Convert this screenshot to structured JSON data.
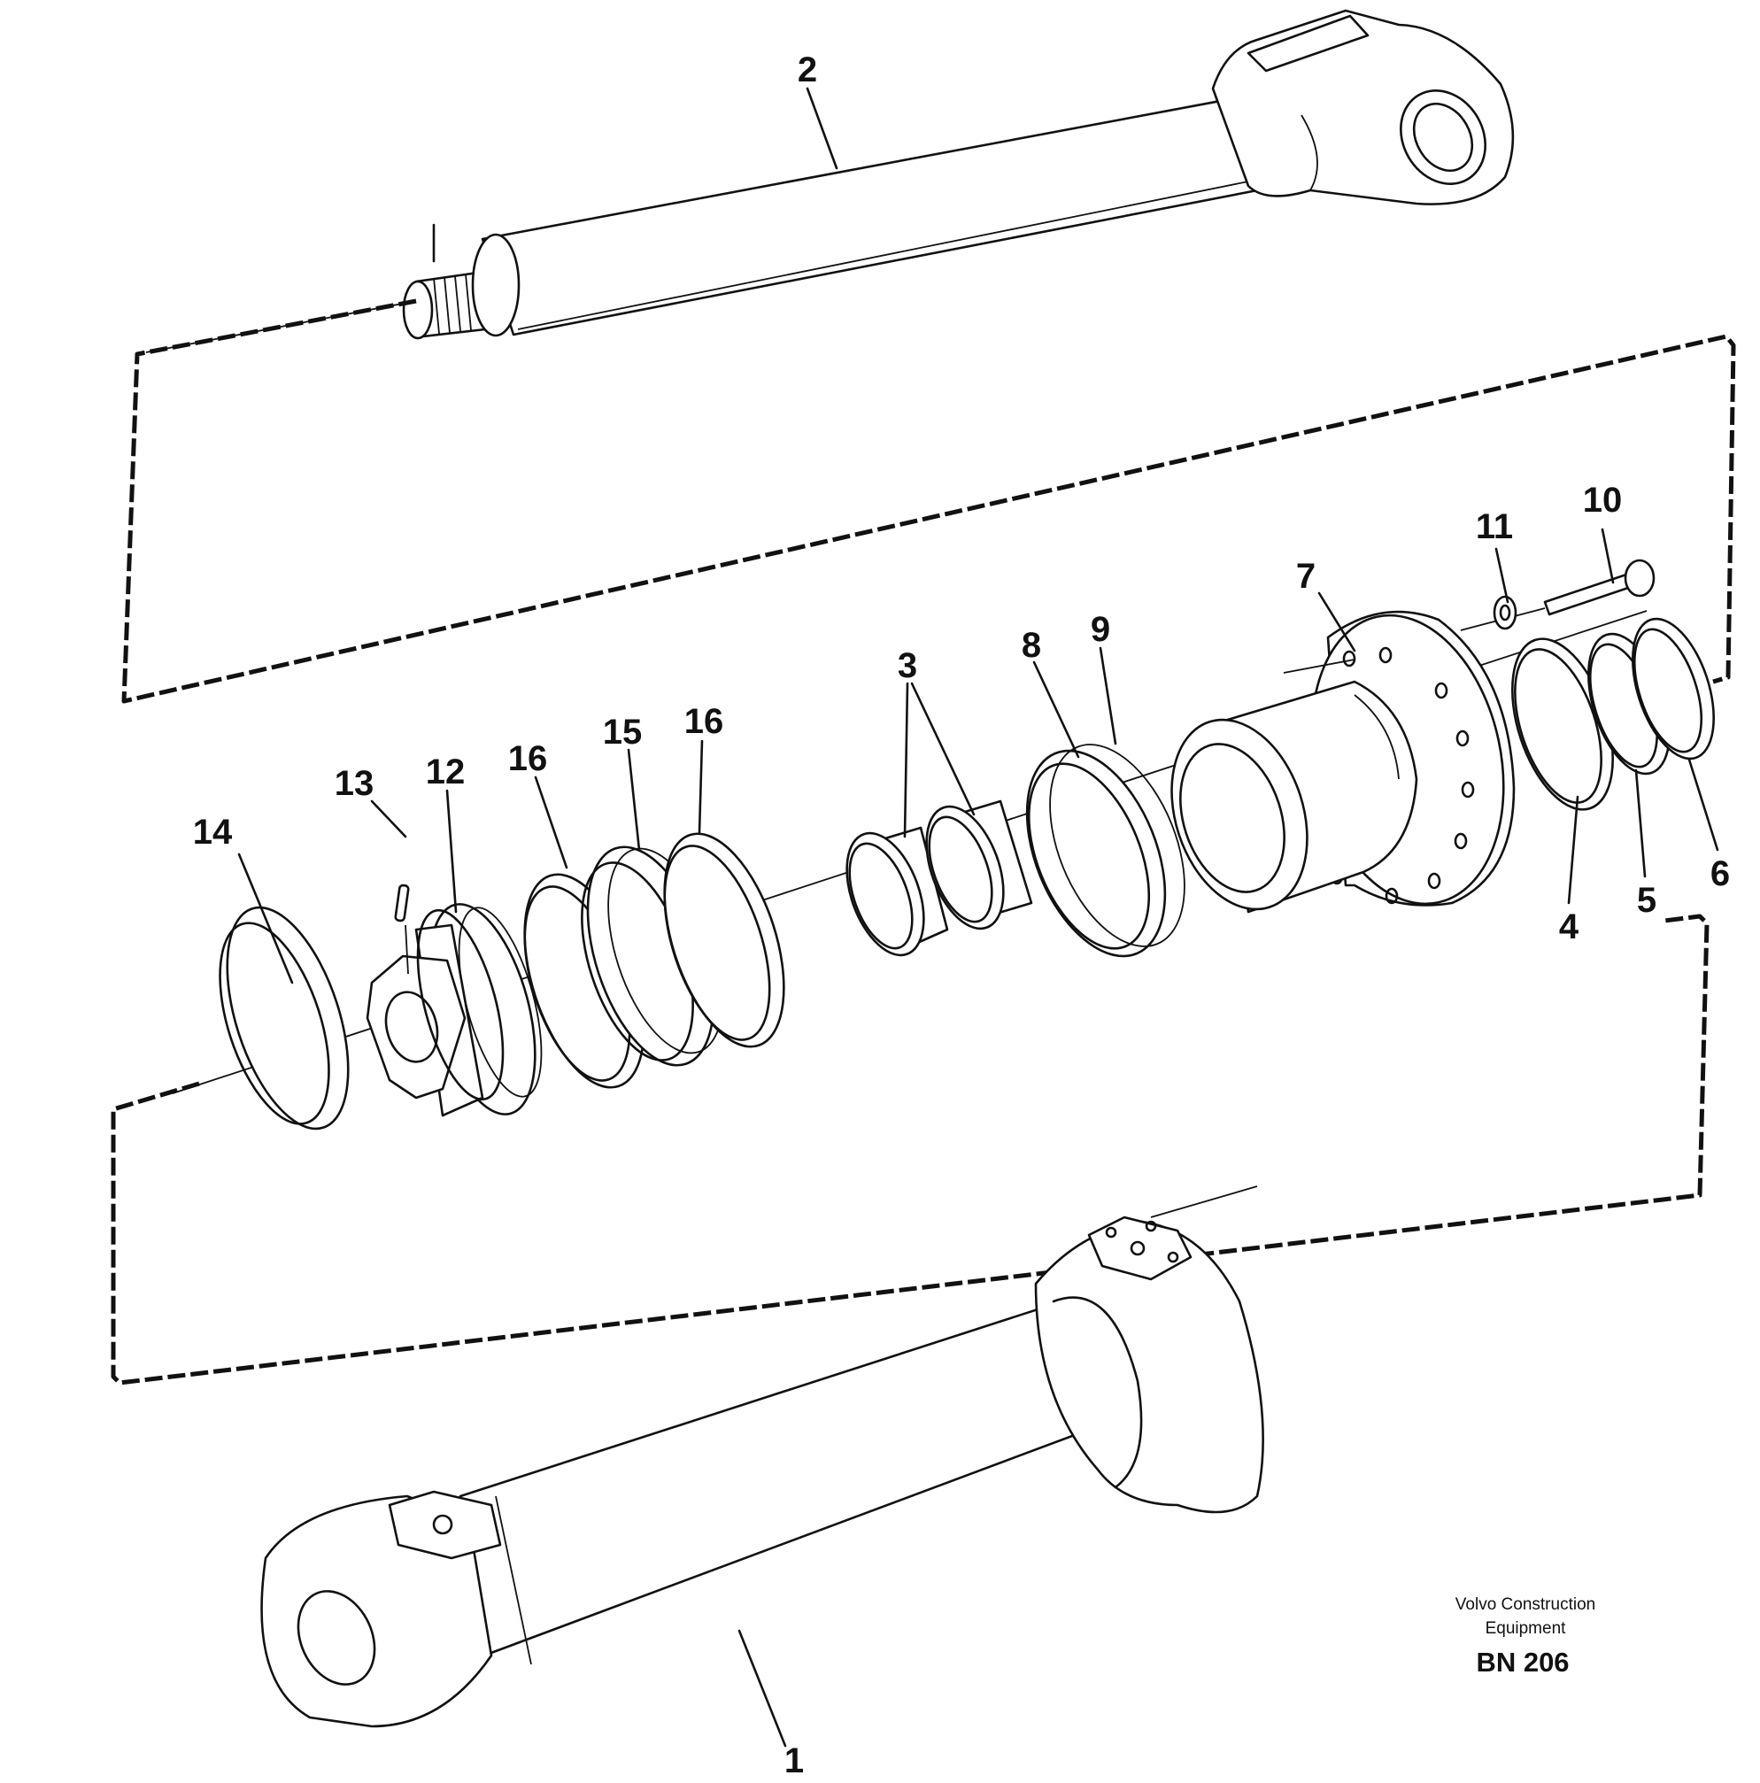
{
  "diagram": {
    "callouts": [
      "1",
      "2",
      "3",
      "4",
      "5",
      "6",
      "7",
      "8",
      "9",
      "10",
      "11",
      "12",
      "13",
      "14",
      "15",
      "16"
    ]
  },
  "footer": {
    "line1": "Volvo Construction",
    "line2": "Equipment",
    "code": "BN 206"
  },
  "colors": {
    "ink": "#111111",
    "paper": "#ffffff"
  }
}
